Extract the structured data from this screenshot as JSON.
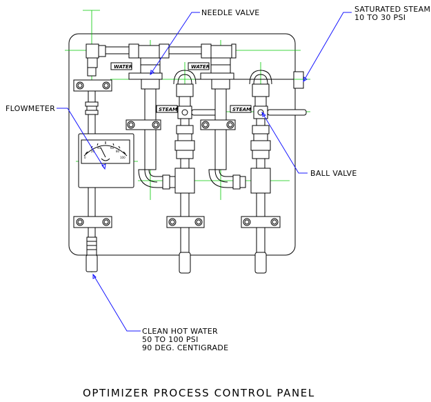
{
  "title": "OPTIMIZER PROCESS CONTROL PANEL",
  "callouts": {
    "needle_valve": "NEEDLE VALVE",
    "steam_line1": "SATURATED STEAM",
    "steam_line2": "10 TO 30 PSI",
    "flowmeter": "FLOWMETER",
    "ball_valve": "BALL VALVE",
    "water_line1": "CLEAN HOT WATER",
    "water_line2": "50 TO 100 PSI",
    "water_line3": "90 DEG. CENTIGRADE"
  },
  "tags": {
    "water_1": "WATER",
    "water_2": "WATER",
    "steam_1": "STEAM",
    "steam_2": "STEAM"
  },
  "gauge_scale": [
    "0",
    "20",
    "40",
    "60",
    "80",
    "100"
  ],
  "colors": {
    "outline": "#000000",
    "centerline": "#00c800",
    "leader": "#1414ff"
  }
}
